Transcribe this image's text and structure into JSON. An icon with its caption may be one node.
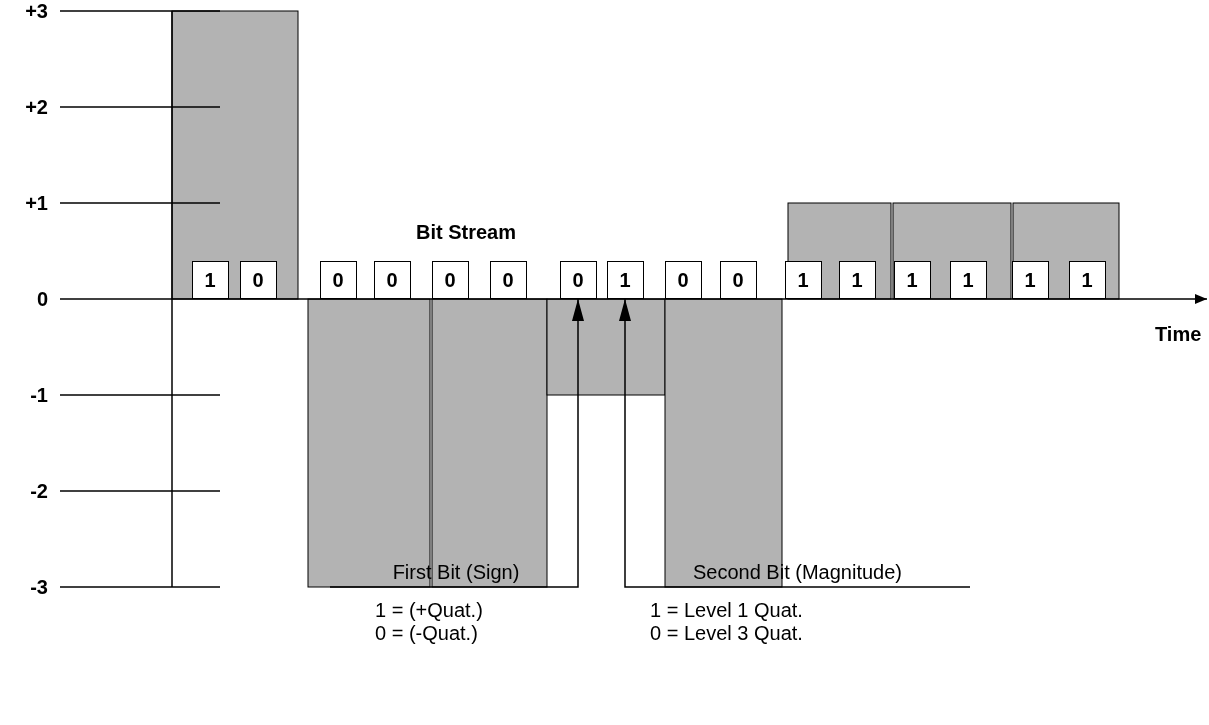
{
  "diagram": {
    "nodes": [
      {
        "text": [
          "1"
        ]
      },
      {
        "text": [
          "0"
        ]
      },
      {
        "text": [
          "0"
        ]
      },
      {
        "text": [
          "0"
        ]
      },
      {
        "text": [
          "0"
        ]
      },
      {
        "text": [
          "0"
        ]
      },
      {
        "text": [
          "0"
        ]
      },
      {
        "text": [
          "1"
        ]
      },
      {
        "text": [
          "0"
        ]
      },
      {
        "text": [
          "0"
        ]
      },
      {
        "text": [
          "1"
        ]
      },
      {
        "text": [
          "1"
        ]
      },
      {
        "text": [
          "1"
        ]
      },
      {
        "text": [
          "1"
        ]
      },
      {
        "text": [
          "1"
        ]
      },
      {
        "text": [
          "1"
        ]
      },
      {
        "text": [
          "First Bit (Sign)"
        ],
        "beside": [
          "1 = (+Quat.)",
          "0 = (-Quat.)"
        ]
      },
      {
        "text": [
          "Second Bit (Magnitude)"
        ],
        "beside": [
          "1 = Level 1 Quat.",
          "0 = Level 3 Quat."
        ]
      }
    ],
    "edges": [
      {
        "from": 16,
        "to": 6,
        "arrow": "to"
      },
      {
        "from": 17,
        "to": 7,
        "arrow": "to"
      }
    ],
    "labels": [
      "+3",
      "+2",
      "+1",
      "Bit Stream",
      "0",
      "Time",
      "-1",
      "-2",
      "-3"
    ]
  }
}
